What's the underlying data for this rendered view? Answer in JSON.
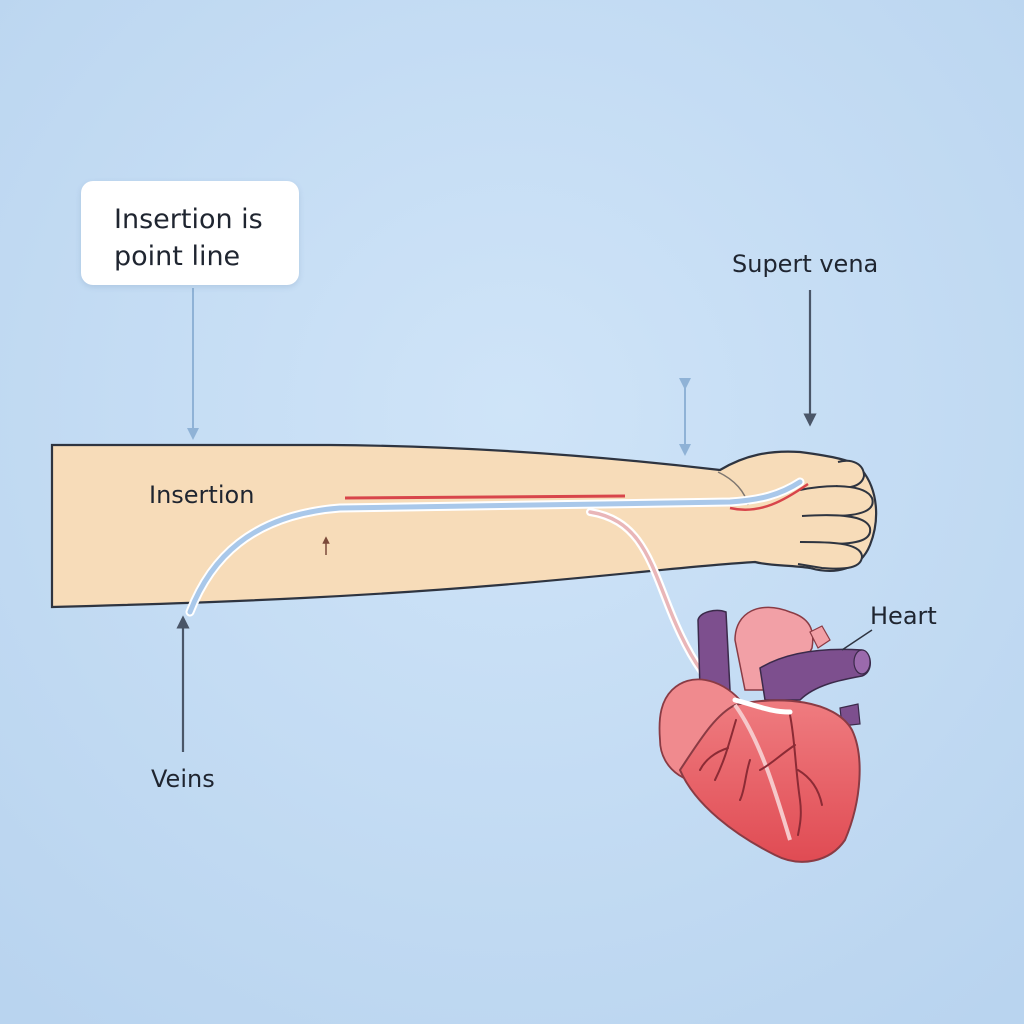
{
  "callout": {
    "line1": "Insertion is",
    "line2": "point line"
  },
  "labels": {
    "superior_vena_cava": "Supert vena",
    "insertion": "Insertion",
    "heart": "Heart",
    "veins": "Veins"
  },
  "colors": {
    "background": "#c4dcf3",
    "skin": "#f7dcb9",
    "outline": "#2e3440",
    "catheter_blue": "#a9c8ea",
    "catheter_red": "#d8454a",
    "heart_muscle": "#e85d63",
    "vessel_purple": "#7d4f8e",
    "vessel_pink": "#f2a0a6",
    "arrow": "#4a5668"
  }
}
